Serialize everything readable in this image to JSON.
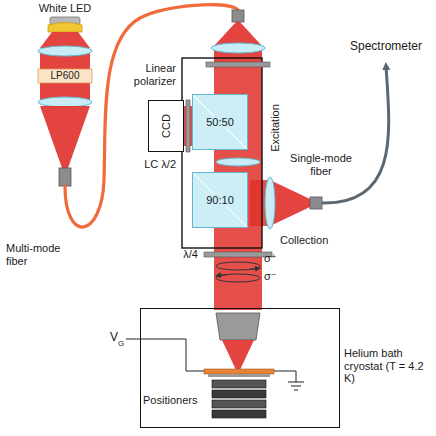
{
  "diagram": {
    "nodes": [
      {
        "text": [
          "CCD"
        ]
      },
      {
        "text": [
          "50:50"
        ]
      },
      {
        "text": [
          "90:10"
        ]
      },
      {
        "text": [
          "Helium bath cryostat (T = 4.2 K)"
        ]
      }
    ],
    "labels": [
      "White LED",
      "LP600",
      "Multi-mode fiber",
      "Linear polarizer",
      "Excitation",
      "LC λ/2",
      "Single-mode fiber",
      "Spectrometer",
      "Collection",
      "λ/4",
      "σ⁺",
      "σ⁻",
      "V",
      "G",
      "Positioners"
    ]
  }
}
